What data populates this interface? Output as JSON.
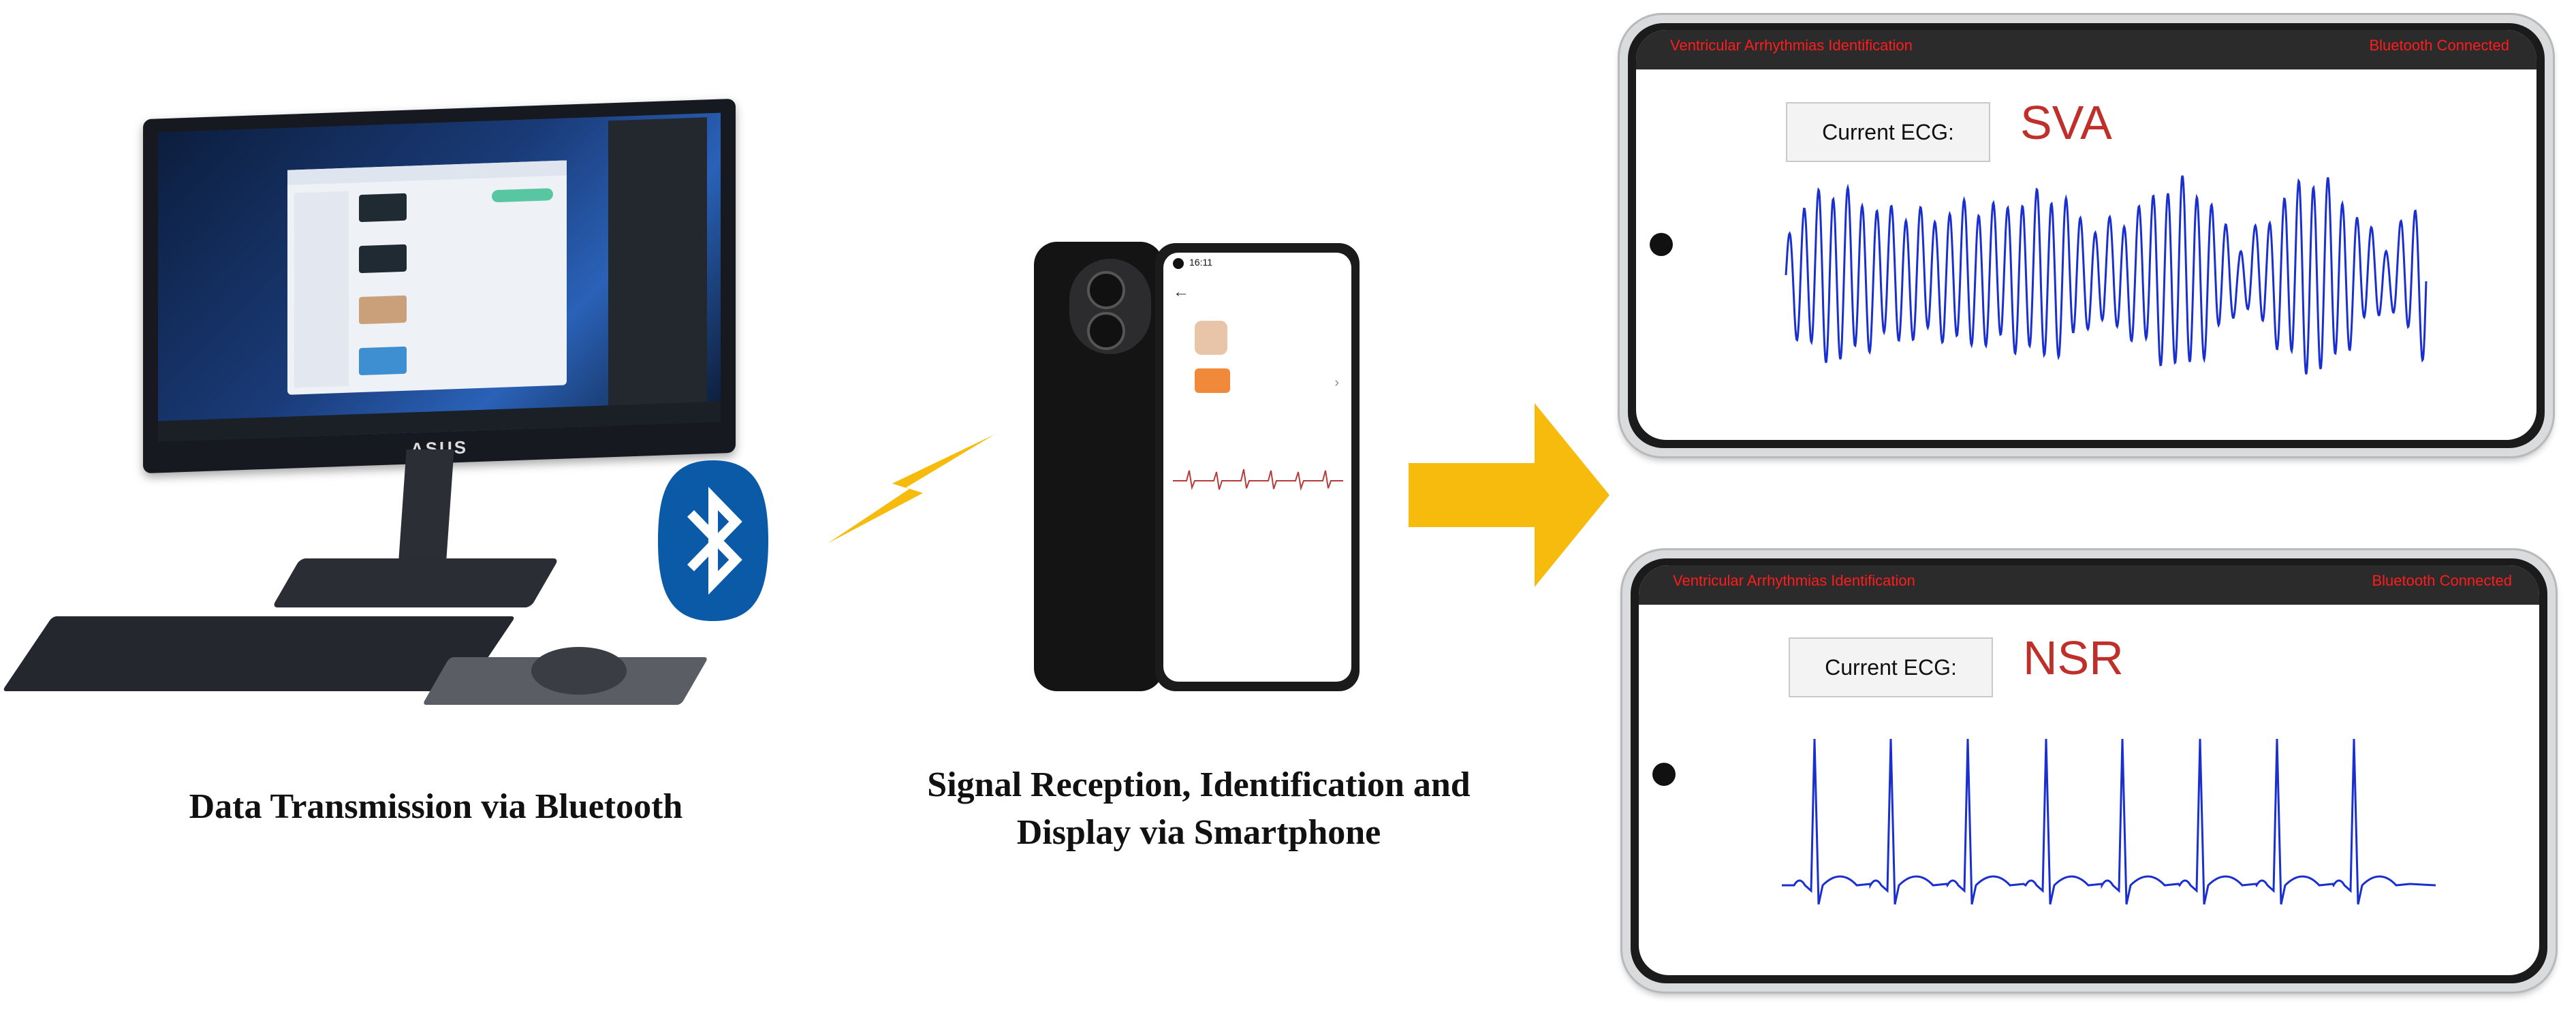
{
  "captions": {
    "left": "Data Transmission via Bluetooth",
    "middle_line1": "Signal Reception, Identification and",
    "middle_line2": "Display via Smartphone"
  },
  "monitor": {
    "brand": "ASUS"
  },
  "middle_phone": {
    "status_time": "16:11"
  },
  "top_phone": {
    "title": "Ventricular Arrhythmias Identification",
    "status": "Bluetooth Connected",
    "ecg_label": "Current ECG:",
    "classification": "SVA"
  },
  "bottom_phone": {
    "title": "Ventricular Arrhythmias Identification",
    "status": "Bluetooth Connected",
    "ecg_label": "Current ECG:",
    "classification": "NSR"
  },
  "colors": {
    "bluetooth_blue": "#0a5aa8",
    "arrow_yellow": "#f7bb0d",
    "ecg_blue": "#1a2fd0",
    "status_red": "#ff1c1c",
    "class_red": "#c0302a"
  },
  "icons": [
    "bluetooth-icon",
    "lightning-bolt-icon",
    "right-arrow-icon"
  ]
}
